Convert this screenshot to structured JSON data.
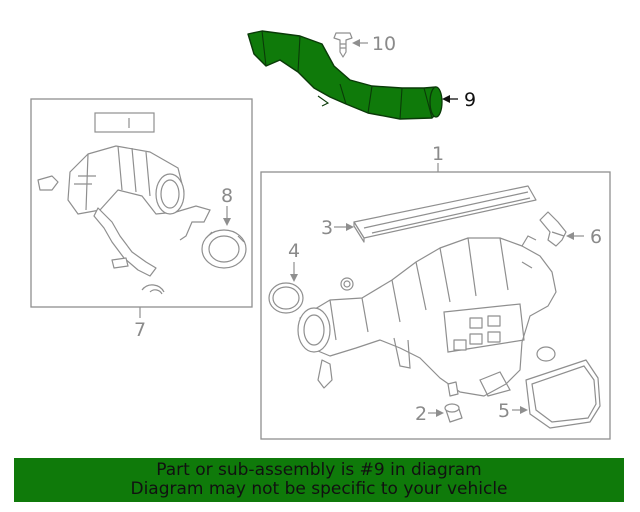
{
  "callouts": {
    "p1": "1",
    "p2": "2",
    "p3": "3",
    "p4": "4",
    "p5": "5",
    "p6": "6",
    "p7": "7",
    "p8": "8",
    "p9": "9",
    "p10": "10"
  },
  "highlight_color": "#0f7a0a",
  "banner": {
    "line1": "Part or sub-assembly is #9 in diagram",
    "line2": "Diagram may not be specific to your vehicle"
  }
}
